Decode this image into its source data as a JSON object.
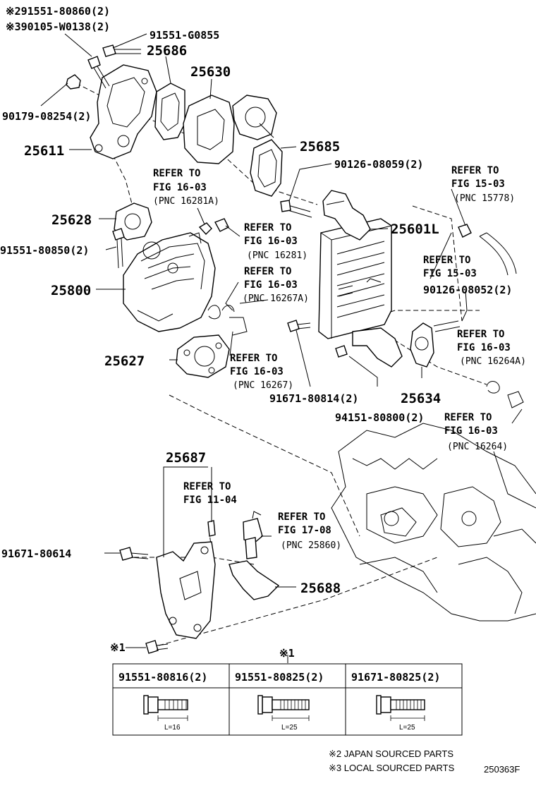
{
  "labels": {
    "p_91551_80860": "※291551-80860(2)",
    "p_90105_w0138": "※390105-W0138(2)",
    "p_91551_g0855": "91551-G0855",
    "p_25686": "25686",
    "p_25630": "25630",
    "p_90179_08254": "90179-08254(2)",
    "p_25611": "25611",
    "p_25685": "25685",
    "p_90126_08059": "90126-08059(2)",
    "p_25628": "25628",
    "p_91551_80850": "91551-80850(2)",
    "p_25601l": "25601L",
    "p_25800": "25800",
    "p_90126_08052": "90126-08052(2)",
    "p_25627": "25627",
    "p_91671_80814": "91671-80814(2)",
    "p_25634": "25634",
    "p_94151_80800": "94151-80800(2)",
    "p_25687": "25687",
    "p_91671_80614": "91671-80614",
    "p_25688": "25688",
    "mark_1": "※1"
  },
  "refs": {
    "r1": {
      "refer": "REFER TO",
      "fig": "FIG 16-03",
      "pnc": "(PNC 16281A)"
    },
    "r2": {
      "refer": "REFER TO",
      "fig": "FIG 16-03",
      "pnc": "(PNC 16281)"
    },
    "r3": {
      "refer": "REFER TO",
      "fig": "FIG 16-03",
      "pnc": "(PNC 16267A)"
    },
    "r4": {
      "refer": "REFER TO",
      "fig": "FIG 16-03",
      "pnc": "(PNC 16267)"
    },
    "r5": {
      "refer": "REFER TO",
      "fig": "FIG 15-03",
      "pnc": "(PNC 15778)"
    },
    "r6": {
      "refer": "REFER TO",
      "fig": "FIG 15-03"
    },
    "r7": {
      "refer": "REFER TO",
      "fig": "FIG 16-03",
      "pnc": "(PNC 16264A)"
    },
    "r8": {
      "refer": "REFER TO",
      "fig": "FIG 16-03",
      "pnc": "(PNC 16264)"
    },
    "r9": {
      "refer": "REFER TO",
      "fig": "FIG 11-04"
    },
    "r10": {
      "refer": "REFER TO",
      "fig": "FIG 17-08",
      "pnc": "(PNC 25860)"
    }
  },
  "table": {
    "mark": "※1",
    "columns": [
      {
        "part": "91551-80816(2)",
        "length": "L=16"
      },
      {
        "part": "91551-80825(2)",
        "length": "L=25"
      },
      {
        "part": "91671-80825(2)",
        "length": "L=25"
      }
    ]
  },
  "notes": {
    "japan": "※2 JAPAN SOURCED PARTS",
    "local": "※3 LOCAL SOURCED PARTS",
    "code": "250363F"
  }
}
